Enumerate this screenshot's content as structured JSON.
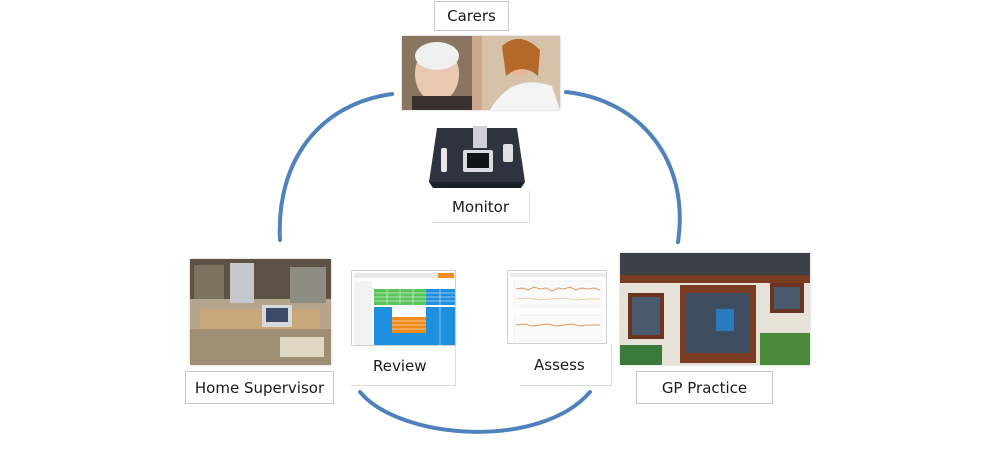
{
  "nodes": {
    "carers": {
      "label": "Carers",
      "image": "elderly-woman-with-carer-photo"
    },
    "monitor": {
      "label": "Monitor",
      "image": "telehealth-monitor-kit-photo"
    },
    "home_supervisor": {
      "label": "Home Supervisor",
      "image": "care-home-office-photo"
    },
    "review": {
      "label": "Review",
      "image": "review-spreadsheet-screenshot"
    },
    "assess": {
      "label": "Assess",
      "image": "assess-line-chart-screenshot"
    },
    "gp_practice": {
      "label": "GP Practice",
      "image": "gp-practice-building-photo"
    }
  },
  "colors": {
    "cycle_arc": "#4f81bd",
    "label_border": "#c8c8c8",
    "review_green": "#5cc45c",
    "review_orange": "#f08c1c",
    "review_blue": "#1f8fe0"
  }
}
